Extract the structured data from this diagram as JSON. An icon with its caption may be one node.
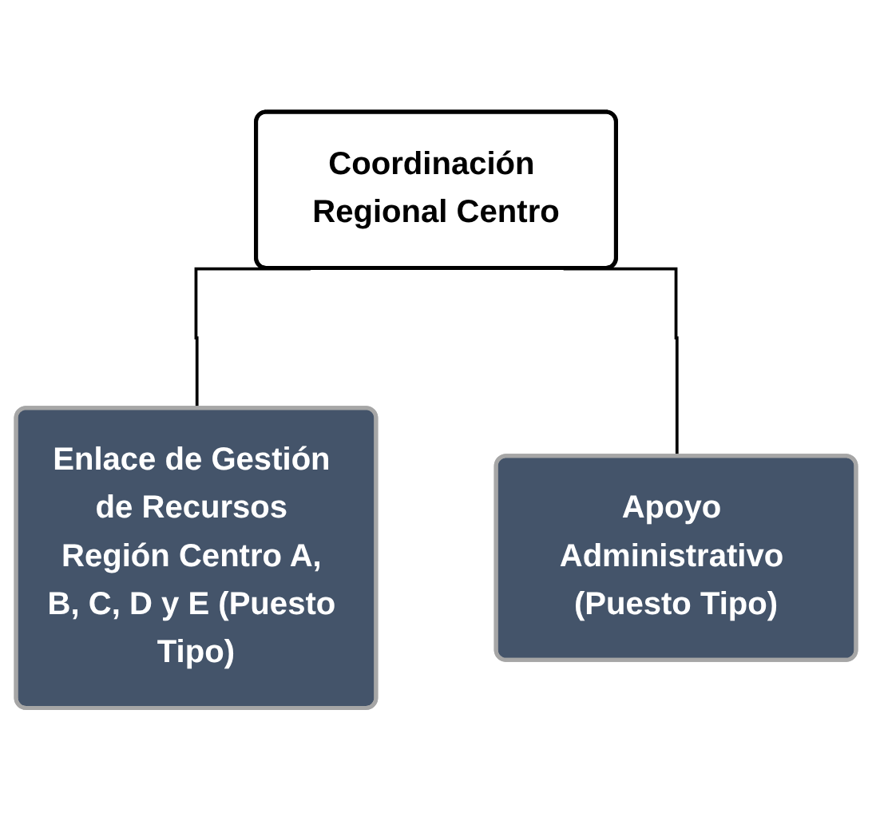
{
  "diagram": {
    "nodes": [
      {
        "text": [
          "Coordinación Regional Centro"
        ]
      },
      {
        "text": [
          "Enlace de Gestión de Recursos Región Centro A, B, C, D y E (Puesto Tipo)"
        ]
      },
      {
        "text": [
          "Apoyo Administrativo (Puesto Tipo)"
        ]
      }
    ],
    "edges": [
      {
        "from": 0,
        "to": 1,
        "arrow": "none"
      },
      {
        "from": 0,
        "to": 2,
        "arrow": "none"
      }
    ]
  }
}
